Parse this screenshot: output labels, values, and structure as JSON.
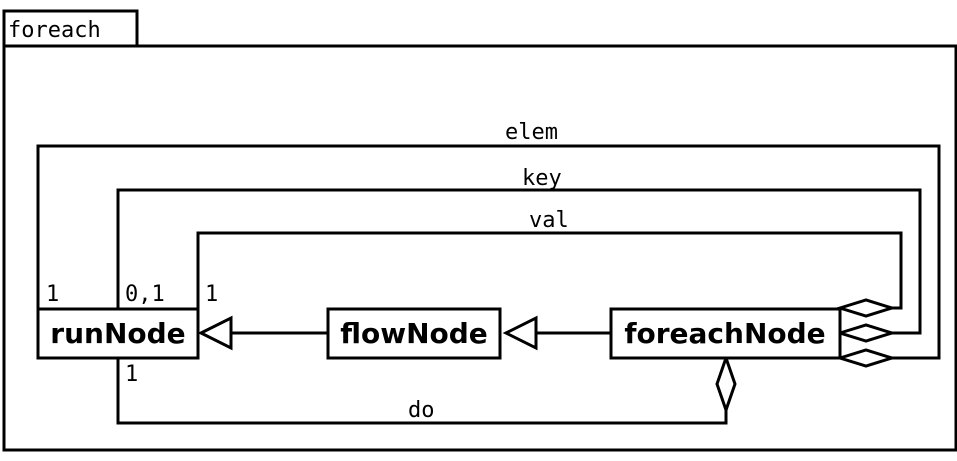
{
  "package": {
    "name": "foreach"
  },
  "classes": {
    "run_node": "runNode",
    "flow_node": "flowNode",
    "foreach_node": "foreachNode"
  },
  "associations": {
    "elem": {
      "label": "elem",
      "multiplicity": "1"
    },
    "key": {
      "label": "key",
      "multiplicity": "0,1"
    },
    "val": {
      "label": "val",
      "multiplicity": "1"
    },
    "do": {
      "label": "do",
      "multiplicity": "1"
    }
  }
}
